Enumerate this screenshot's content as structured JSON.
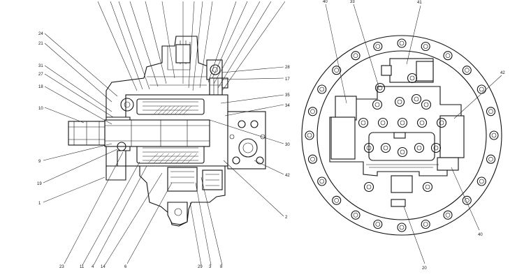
{
  "callouts": {
    "c24": "24",
    "c21": "21",
    "c31": "31",
    "c27": "27",
    "c18": "18",
    "c10": "10",
    "c9": "9",
    "c19": "19",
    "c1": "1",
    "c23": "23",
    "c11": "11",
    "c4": "4",
    "c14": "14",
    "c6": "6",
    "c29": "29",
    "c3": "3",
    "c8": "8",
    "c2": "2",
    "c42a": "42",
    "c30": "30",
    "c34": "34",
    "c35": "35",
    "c17": "17",
    "c28": "28",
    "c40a": "40",
    "c33": "33",
    "c41": "41",
    "c42b": "42",
    "c40b": "40",
    "c20": "20"
  }
}
